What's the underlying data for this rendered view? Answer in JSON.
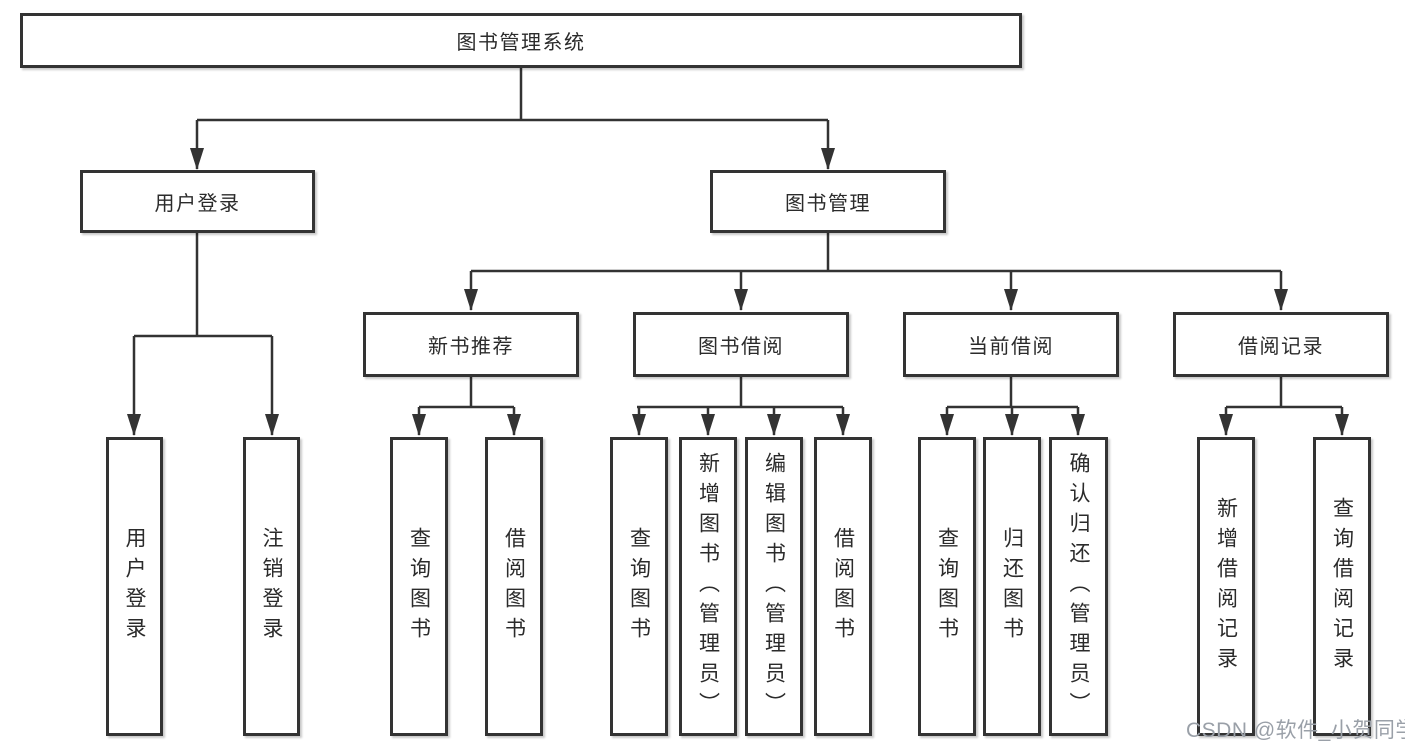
{
  "diagram": {
    "root": {
      "label": "图书管理系统",
      "children": [
        {
          "label": "用户登录",
          "children": [
            {
              "label": "用户登录"
            },
            {
              "label": "注销登录"
            }
          ]
        },
        {
          "label": "图书管理",
          "children": [
            {
              "label": "新书推荐",
              "children": [
                {
                  "label": "查询图书"
                },
                {
                  "label": "借阅图书"
                }
              ]
            },
            {
              "label": "图书借阅",
              "children": [
                {
                  "label": "查询图书"
                },
                {
                  "label": "新增图书（管理员）"
                },
                {
                  "label": "编辑图书（管理员）"
                },
                {
                  "label": "借阅图书"
                }
              ]
            },
            {
              "label": "当前借阅",
              "children": [
                {
                  "label": "查询图书"
                },
                {
                  "label": "归还图书"
                },
                {
                  "label": "确认归还（管理员）"
                }
              ]
            },
            {
              "label": "借阅记录",
              "children": [
                {
                  "label": "新增借阅记录"
                },
                {
                  "label": "查询借阅记录"
                }
              ]
            }
          ]
        }
      ]
    }
  },
  "watermark": {
    "text": "CSDN @软件_小贺同学"
  },
  "colors": {
    "line": "#333333",
    "text": "#2b2b2b",
    "box_background": "#ffffff",
    "watermark": "#9aa0a8",
    "page_background": "#ffffff"
  }
}
